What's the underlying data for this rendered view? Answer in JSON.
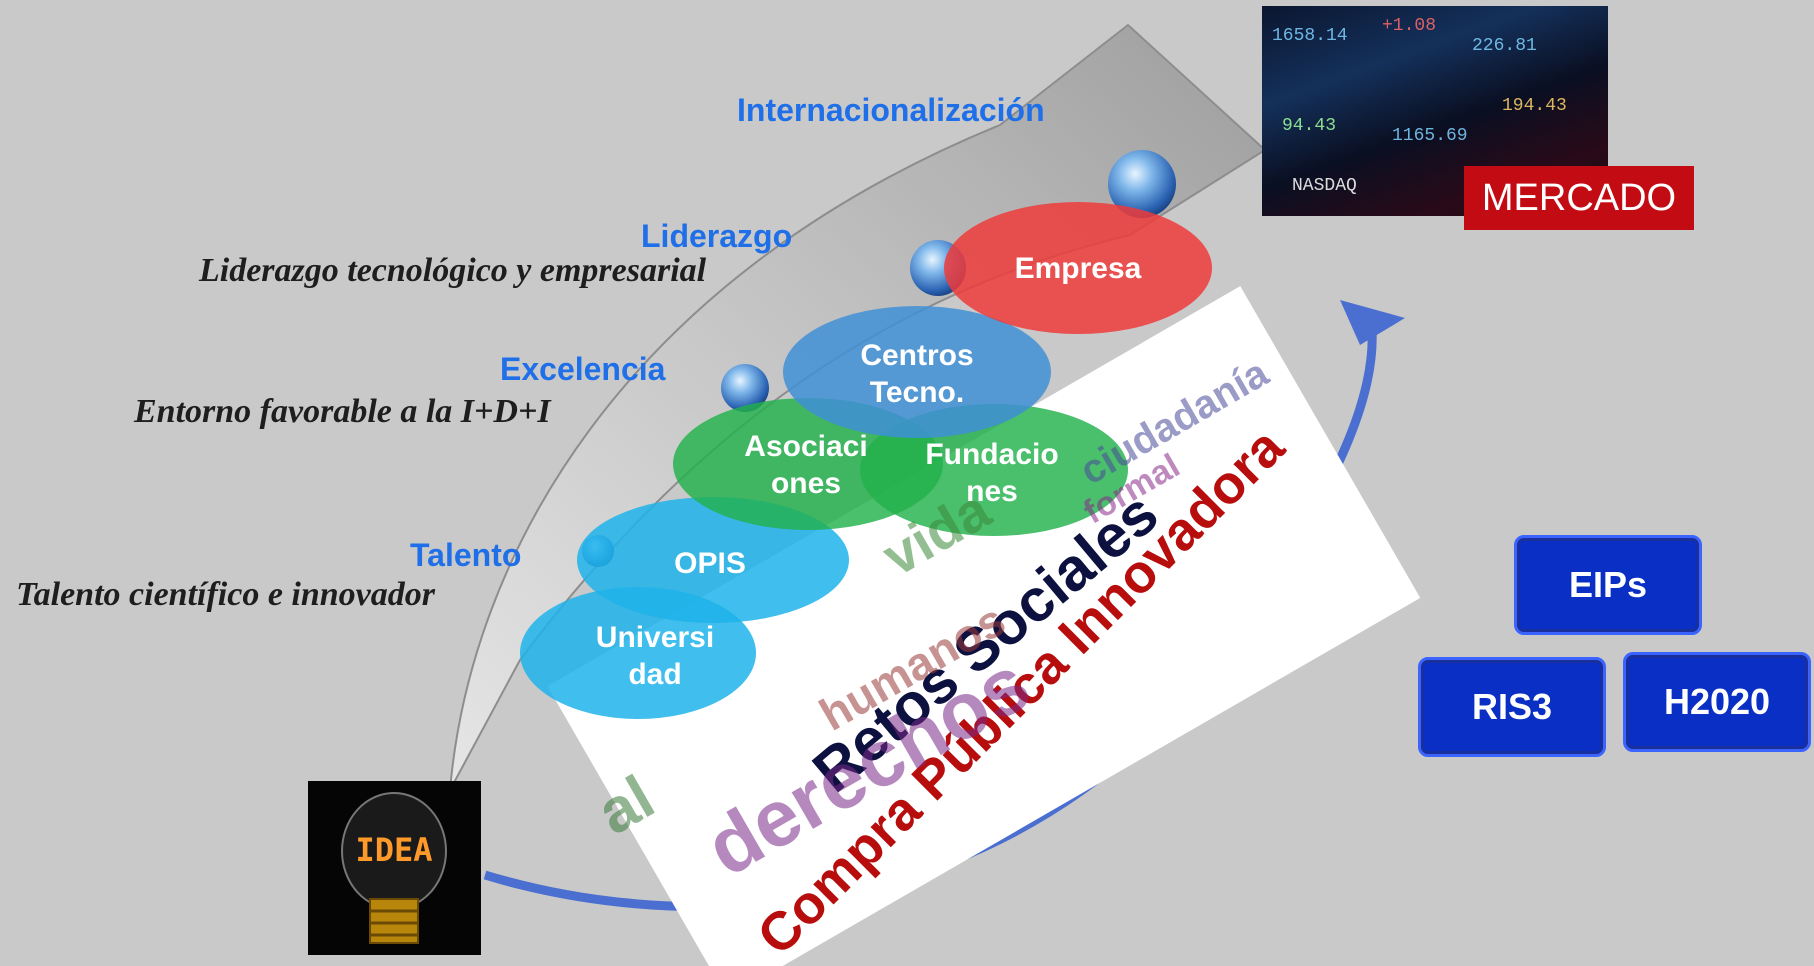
{
  "stages": {
    "internacionalizacion": "Internacionalización",
    "liderazgo": "Liderazgo",
    "liderazgo_desc": "Liderazgo tecnológico y empresarial",
    "excelencia": "Excelencia",
    "excelencia_desc": "Entorno favorable a la I+D+I",
    "talento": "Talento",
    "talento_desc": "Talento científico e innovador"
  },
  "actors": {
    "empresa": "Empresa",
    "centros_1": "Centros",
    "centros_2": "Tecno.",
    "asociaciones_1": "Asociaci",
    "asociaciones_2": "ones",
    "fundaciones_1": "Fundacio",
    "fundaciones_2": "nes",
    "opis": "OPIS",
    "universidad_1": "Universi",
    "universidad_2": "dad"
  },
  "mercado_label": "MERCADO",
  "idea_sign": "IDEA",
  "retos_sociales": "Retos Sociales",
  "compra_publica": "Compra Pública Innovadora",
  "programs": {
    "eips": "EIPs",
    "ris3": "RIS3",
    "h2020": "H2020"
  },
  "colors": {
    "empresa": "#ee3b3b",
    "centros": "#3f8fd6",
    "asociaciones": "#22b14c",
    "opis": "#1fb3ea",
    "stage_label": "#1f6fe8",
    "mercado_bg": "#c30b14",
    "compra_text": "#b80d0d",
    "program_box": "#0a2fc4"
  }
}
